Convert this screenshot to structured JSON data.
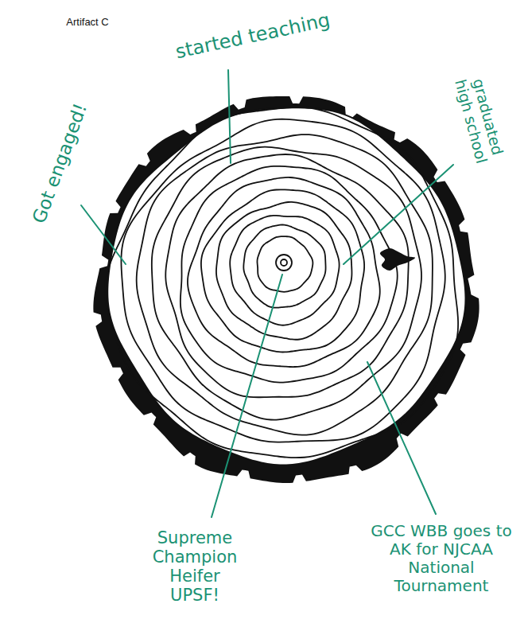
{
  "diagram": {
    "labels": [
      "Artifact C",
      "started teaching",
      "Got engaged!",
      "graduated high school",
      "Supreme Champion Heifer UPSF!",
      "GCC WBB goes to AK for NJCAA National Tournament"
    ]
  }
}
